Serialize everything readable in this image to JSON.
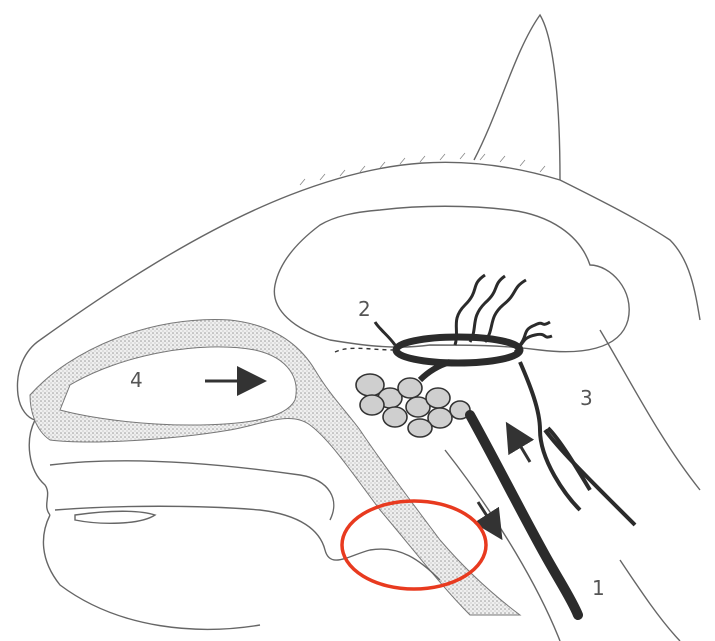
{
  "labels": {
    "one": "1",
    "two": "2",
    "three": "3",
    "four": "4"
  },
  "colors": {
    "line": "#555555",
    "vessel": "#3a3a3a",
    "stipple": "#d9d9d9",
    "highlight": "#e83a1f"
  },
  "icons": [
    "arrow-right-icon",
    "arrow-up-icon",
    "arrow-down-icon"
  ]
}
